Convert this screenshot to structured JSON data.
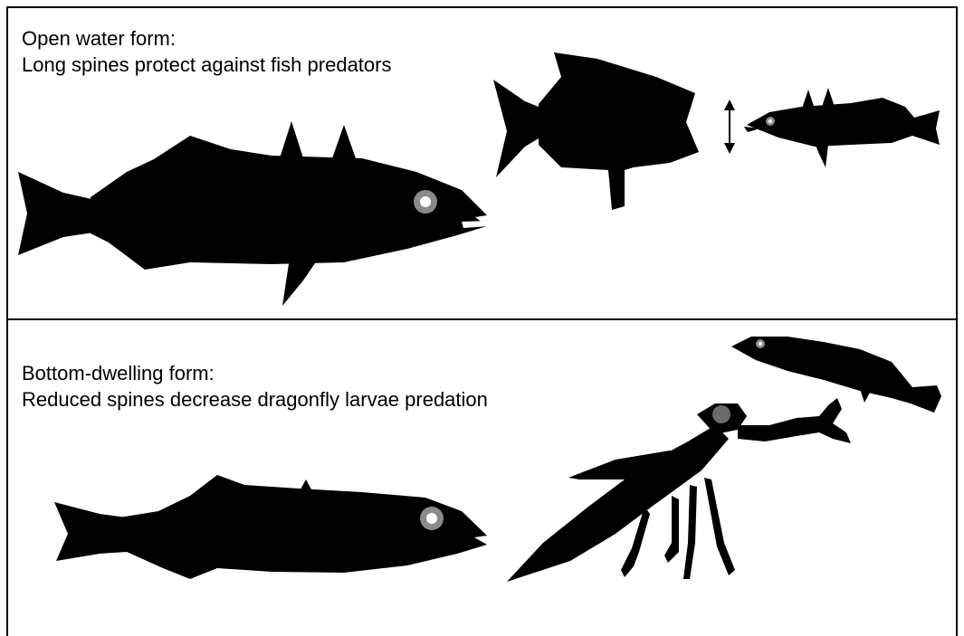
{
  "panels": [
    {
      "heading": "Open water form:",
      "description": "Long spines protect against fish predators"
    },
    {
      "heading": "Bottom-dwelling form:",
      "description": "Reduced spines decrease dragonfly larvae predation"
    }
  ],
  "colors": {
    "silhouette": "#000000",
    "eye_ring": "#8a8a8a",
    "background": "#ffffff"
  }
}
